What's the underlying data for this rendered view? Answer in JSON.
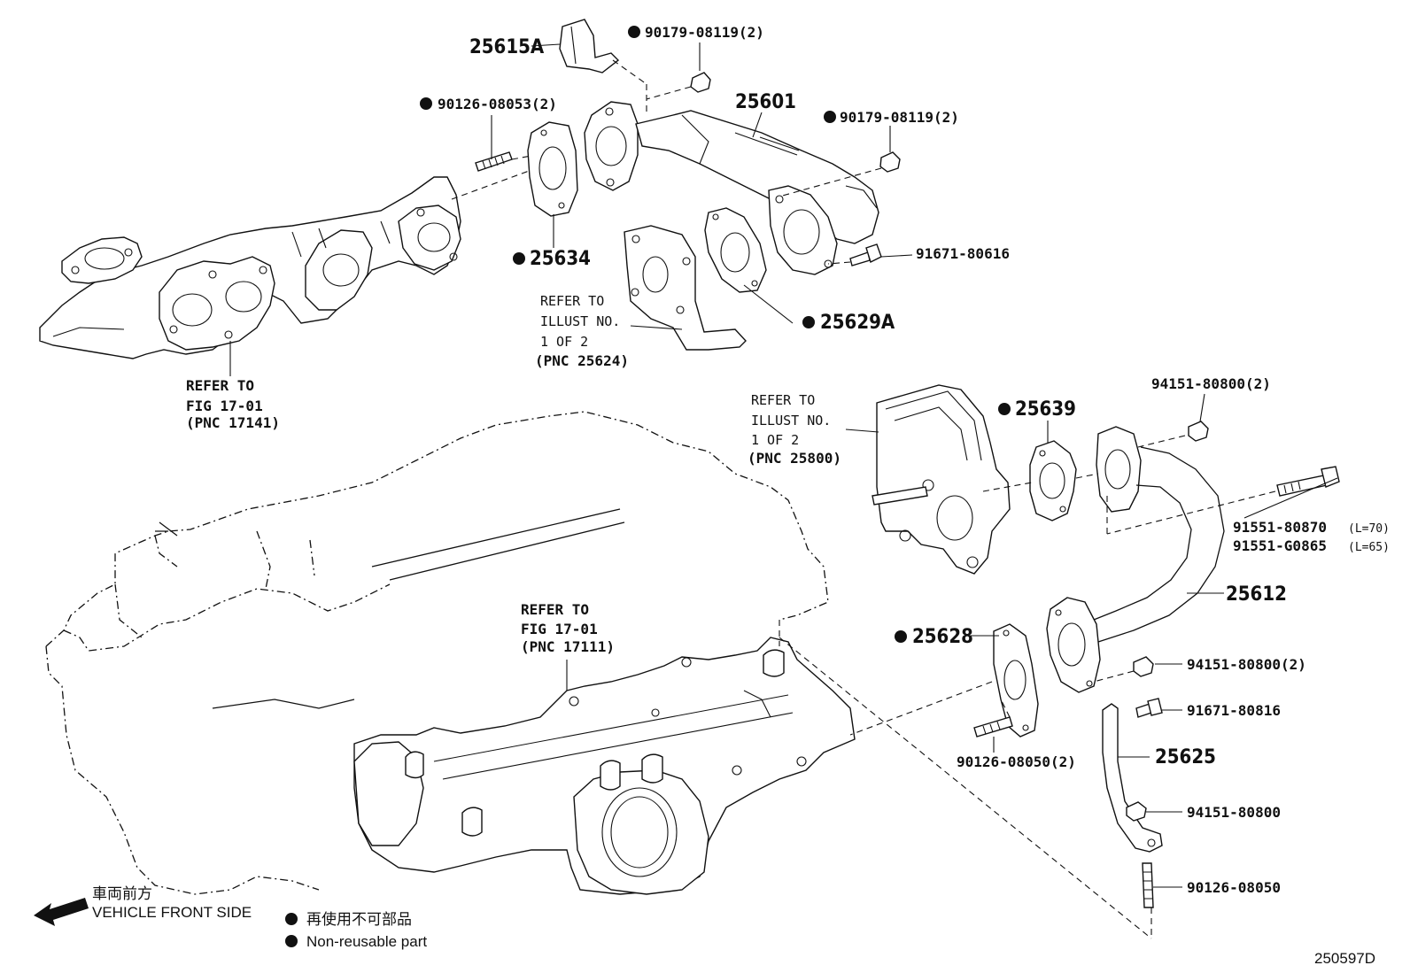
{
  "parts": {
    "p25615A": "25615A",
    "p90179a": "90179-08119(2)",
    "p90126_08053": "90126-08053(2)",
    "p25601": "25601",
    "p90179b": "90179-08119(2)",
    "p25634": "25634",
    "p91671_80616": "91671-80616",
    "p25629A": "25629A",
    "p25639": "25639",
    "p94151_a": "94151-80800(2)",
    "p91551_80870": "91551-80870",
    "p91551_80870_len": "(L=70)",
    "p91551_G0865": "91551-G0865",
    "p91551_G0865_len": "(L=65)",
    "p25612": "25612",
    "p25628": "25628",
    "p94151_b": "94151-80800(2)",
    "p91671_80816": "91671-80816",
    "p25625": "25625",
    "p90126_08050_2": "90126-08050(2)",
    "p94151_c": "94151-80800",
    "p90126_08050": "90126-08050"
  },
  "references": {
    "ref_illust_25624": [
      "REFER TO",
      "ILLUST NO.",
      "1 OF 2",
      "(PNC 25624)"
    ],
    "ref_fig_17141": [
      "REFER TO",
      "FIG 17-01",
      "(PNC 17141)"
    ],
    "ref_illust_25800": [
      "REFER TO",
      "ILLUST NO.",
      "1 OF 2",
      "(PNC 25800)"
    ],
    "ref_fig_17111": [
      "REFER TO",
      "FIG 17-01",
      "(PNC 17111)"
    ]
  },
  "legend": {
    "front_jp": "車両前方",
    "front_en": "VEHICLE FRONT SIDE",
    "nonreusable_jp": "再使用不可部品",
    "nonreusable_en": "Non-reusable part"
  },
  "figure_id": "250597D"
}
